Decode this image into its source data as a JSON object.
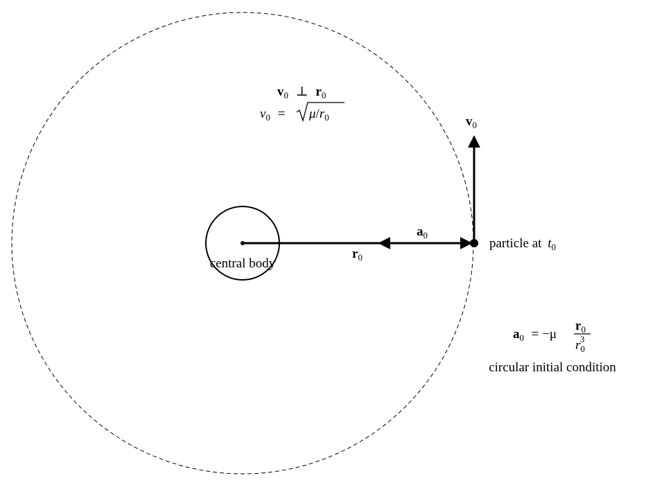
{
  "diagram": {
    "labels": {
      "central_body": "central body",
      "particle": "particle at",
      "particle_time": "t",
      "particle_time_sub": "0",
      "r_vec": "r",
      "r_sub": "0",
      "a_vec": "a",
      "a_sub": "0",
      "v_vec": "v",
      "v_sub": "0",
      "perp_v": "v",
      "perp_v_sub": "0",
      "perp_symbol": "⊥",
      "perp_r": "r",
      "perp_r_sub": "0",
      "speed_v": "v",
      "speed_v_sub": "0",
      "speed_eq": "=",
      "speed_mu": "μ",
      "speed_slash": "/",
      "speed_r": "r",
      "speed_r_sub": "0",
      "accel_a": "a",
      "accel_a_sub": "0",
      "accel_eq": "= −μ",
      "accel_num_r": "r",
      "accel_num_sub": "0",
      "accel_den_r": "r",
      "accel_den_sub": "0",
      "accel_den_sup": "3",
      "condition": "circular initial condition"
    },
    "colors": {
      "stroke": "#000000",
      "background": "#ffffff"
    }
  }
}
